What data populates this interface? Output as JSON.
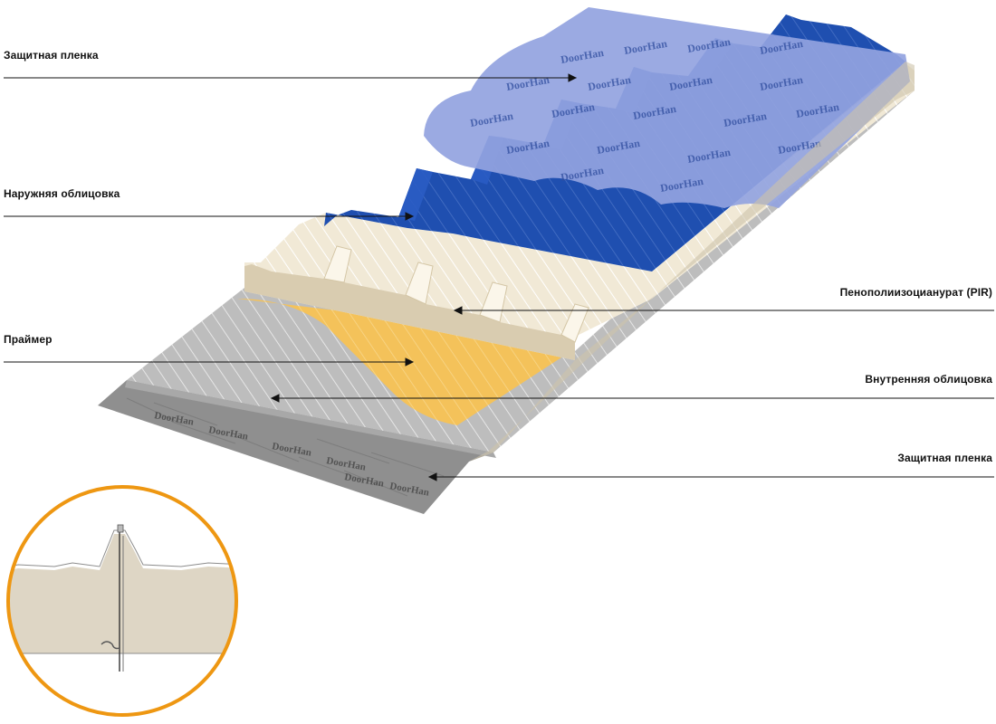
{
  "brand": "DoorHan",
  "labels": {
    "protective_film_top": "Защитная пленка",
    "outer_facing": "Наружняя облицовка",
    "pir_foam": "Пенополиизоцианурат (PIR)",
    "primer": "Праймер",
    "inner_facing": "Внутренняя облицовка",
    "protective_film_bottom": "Защитная пленка"
  },
  "colors": {
    "outer_facing": "#1f4fb0",
    "protective_film_top": "#8f9fdc",
    "pir_foam": "#efe6d2",
    "primer": "#f4c25a",
    "inner_facing": "#b9b9b9",
    "protective_film_bottom": "#8c8c8c",
    "detail_ring": "#ee9712"
  }
}
